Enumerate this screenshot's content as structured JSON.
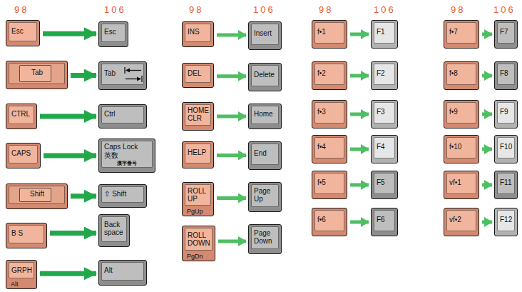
{
  "diagram": {
    "nodes": [
      {
        "text": [
          "Esc"
        ]
      },
      {
        "text": [
          "Esc"
        ]
      },
      {
        "text": [
          "Tab"
        ]
      },
      {
        "text": [
          "Tab"
        ]
      },
      {
        "text": [
          "CTRL"
        ]
      },
      {
        "text": [
          "Ctrl"
        ]
      },
      {
        "text": [
          "CAPS"
        ]
      },
      {
        "text": [
          "Caps Lock",
          "英数",
          "漢字番号"
        ]
      },
      {
        "text": [
          "Shift"
        ]
      },
      {
        "text": [
          "⇧ Shift"
        ]
      },
      {
        "text": [
          "B S"
        ]
      },
      {
        "text": [
          "Back space"
        ]
      },
      {
        "text": [
          "GRPH",
          "Alt"
        ]
      },
      {
        "text": [
          "Alt"
        ]
      },
      {
        "text": [
          "INS"
        ]
      },
      {
        "text": [
          "Insert"
        ]
      },
      {
        "text": [
          "DEL"
        ]
      },
      {
        "text": [
          "Delete"
        ]
      },
      {
        "text": [
          "HOME CLR"
        ]
      },
      {
        "text": [
          "Home"
        ]
      },
      {
        "text": [
          "HELP"
        ]
      },
      {
        "text": [
          "End"
        ]
      },
      {
        "text": [
          "ROLL UP",
          "PgUp"
        ]
      },
      {
        "text": [
          "Page Up"
        ]
      },
      {
        "text": [
          "ROLL DOWN",
          "PgDn"
        ]
      },
      {
        "text": [
          "Page Down"
        ]
      },
      {
        "text": [
          "f•1"
        ]
      },
      {
        "text": [
          "F1"
        ]
      },
      {
        "text": [
          "f•2"
        ]
      },
      {
        "text": [
          "F2"
        ]
      },
      {
        "text": [
          "f•3"
        ]
      },
      {
        "text": [
          "F3"
        ]
      },
      {
        "text": [
          "f•4"
        ]
      },
      {
        "text": [
          "F4"
        ]
      },
      {
        "text": [
          "f•5"
        ]
      },
      {
        "text": [
          "F5"
        ]
      },
      {
        "text": [
          "f•6"
        ]
      },
      {
        "text": [
          "F6"
        ]
      },
      {
        "text": [
          "f•7"
        ]
      },
      {
        "text": [
          "F7"
        ]
      },
      {
        "text": [
          "f•8"
        ]
      },
      {
        "text": [
          "F8"
        ]
      },
      {
        "text": [
          "f•9"
        ]
      },
      {
        "text": [
          "F9"
        ]
      },
      {
        "text": [
          "f•10"
        ]
      },
      {
        "text": [
          "F10"
        ]
      },
      {
        "text": [
          "vf•1"
        ]
      },
      {
        "text": [
          "F11"
        ]
      },
      {
        "text": [
          "vf•2"
        ]
      },
      {
        "text": [
          "F12"
        ]
      }
    ],
    "edges": [
      {
        "from": 0,
        "to": 1,
        "arrow": "to"
      },
      {
        "from": 2,
        "to": 3,
        "arrow": "to"
      },
      {
        "from": 4,
        "to": 5,
        "arrow": "to"
      },
      {
        "from": 6,
        "to": 7,
        "arrow": "to"
      },
      {
        "from": 8,
        "to": 9,
        "arrow": "to"
      },
      {
        "from": 10,
        "to": 11,
        "arrow": "to"
      },
      {
        "from": 12,
        "to": 13,
        "arrow": "to"
      },
      {
        "from": 14,
        "to": 15,
        "arrow": "to"
      },
      {
        "from": 16,
        "to": 17,
        "arrow": "to"
      },
      {
        "from": 18,
        "to": 19,
        "arrow": "to"
      },
      {
        "from": 20,
        "to": 21,
        "arrow": "to"
      },
      {
        "from": 22,
        "to": 23,
        "arrow": "to"
      },
      {
        "from": 24,
        "to": 25,
        "arrow": "to"
      },
      {
        "from": 26,
        "to": 27,
        "arrow": "to"
      },
      {
        "from": 28,
        "to": 29,
        "arrow": "to"
      },
      {
        "from": 30,
        "to": 31,
        "arrow": "to"
      },
      {
        "from": 32,
        "to": 33,
        "arrow": "to"
      },
      {
        "from": 34,
        "to": 35,
        "arrow": "to"
      },
      {
        "from": 36,
        "to": 37,
        "arrow": "to"
      },
      {
        "from": 38,
        "to": 39,
        "arrow": "to"
      },
      {
        "from": 40,
        "to": 41,
        "arrow": "to"
      },
      {
        "from": 42,
        "to": 43,
        "arrow": "to"
      },
      {
        "from": 44,
        "to": 45,
        "arrow": "to"
      },
      {
        "from": 46,
        "to": 47,
        "arrow": "to"
      },
      {
        "from": 48,
        "to": 49,
        "arrow": "to"
      }
    ],
    "labels": [
      "98",
      "106",
      "98",
      "106",
      "98",
      "106",
      "98",
      "106"
    ]
  }
}
